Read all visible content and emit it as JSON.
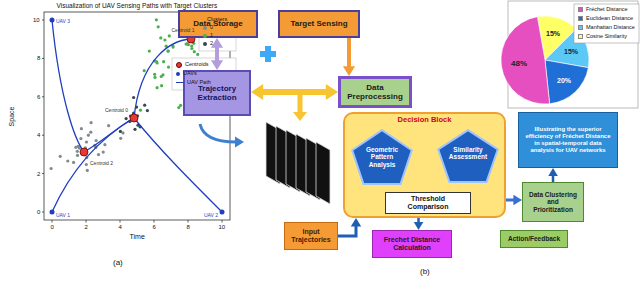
{
  "diagram": {
    "nodes": [
      {
        "text": [
          "Data Storage"
        ]
      },
      {
        "text": [
          "Target Sensing"
        ]
      },
      {
        "text": [
          "Trajectory Extraction"
        ]
      },
      {
        "text": [
          "Data Preprocessing"
        ]
      },
      {
        "text": [
          "Input Trajectories"
        ]
      },
      {
        "text": [
          "Decision Block"
        ]
      },
      {
        "text": [
          "Geometric Pattern Analysis"
        ],
        "in": 5
      },
      {
        "text": [
          "Similarity Assessment"
        ],
        "in": 5
      },
      {
        "text": [
          "Threshold Comparison"
        ],
        "in": 5
      },
      {
        "text": [
          "Frechet Distance Calculation"
        ]
      },
      {
        "text": [
          "Data Clustering and Prioritization"
        ]
      },
      {
        "text": [
          "Action/Feedback"
        ]
      },
      {
        "text": [
          "Illustrating the superior efficiency of Fréchet Distance in spatial-temporal data analysis for UAV networks"
        ]
      }
    ],
    "edges": [
      {
        "from": 0,
        "to": 2,
        "arrow": "both"
      },
      {
        "from": 1,
        "to": 3,
        "arrow": "to"
      },
      {
        "from": 2,
        "to": 3,
        "arrow": "both"
      },
      {
        "from": 4,
        "to": 5,
        "arrow": "to"
      },
      {
        "from": 8,
        "to": 9,
        "arrow": "to"
      },
      {
        "from": 5,
        "to": 10,
        "arrow": "to"
      },
      {
        "from": 10,
        "to": 12,
        "arrow": "to"
      }
    ],
    "labels": [
      "Visualization of UAV Sensing Paths with Target Clusters",
      "Space",
      "Time",
      "0",
      "2",
      "4",
      "6",
      "8",
      "10",
      "0",
      "2",
      "4",
      "6",
      "8",
      "10",
      "UAV 3",
      "UAV 1",
      "UAV 2",
      "Centroid 1",
      "Centroid 0",
      "Centroid 2",
      "Clusters",
      "(a)",
      "(b)",
      "15%",
      "15%",
      "20%",
      "48%"
    ],
    "legend": [
      {
        "text": "0",
        "color": "#7f8c8d"
      },
      {
        "text": "1",
        "color": "#4caf50"
      },
      {
        "text": "2",
        "color": "#37474f"
      },
      {
        "text": "Centroids",
        "color": "#e53935"
      },
      {
        "text": "UAVs",
        "color": "#1f3fbf"
      },
      {
        "text": "UAV Path"
      },
      {
        "text": "Fréchet Distance",
        "color": "#e64fbf"
      },
      {
        "text": "Euclidean Distance",
        "color": "#1f6fd6"
      },
      {
        "text": "Manhattan Distance",
        "color": "#5bc8f5"
      },
      {
        "text": "Cosine Similarity",
        "color": "#ffff66"
      }
    ]
  }
}
